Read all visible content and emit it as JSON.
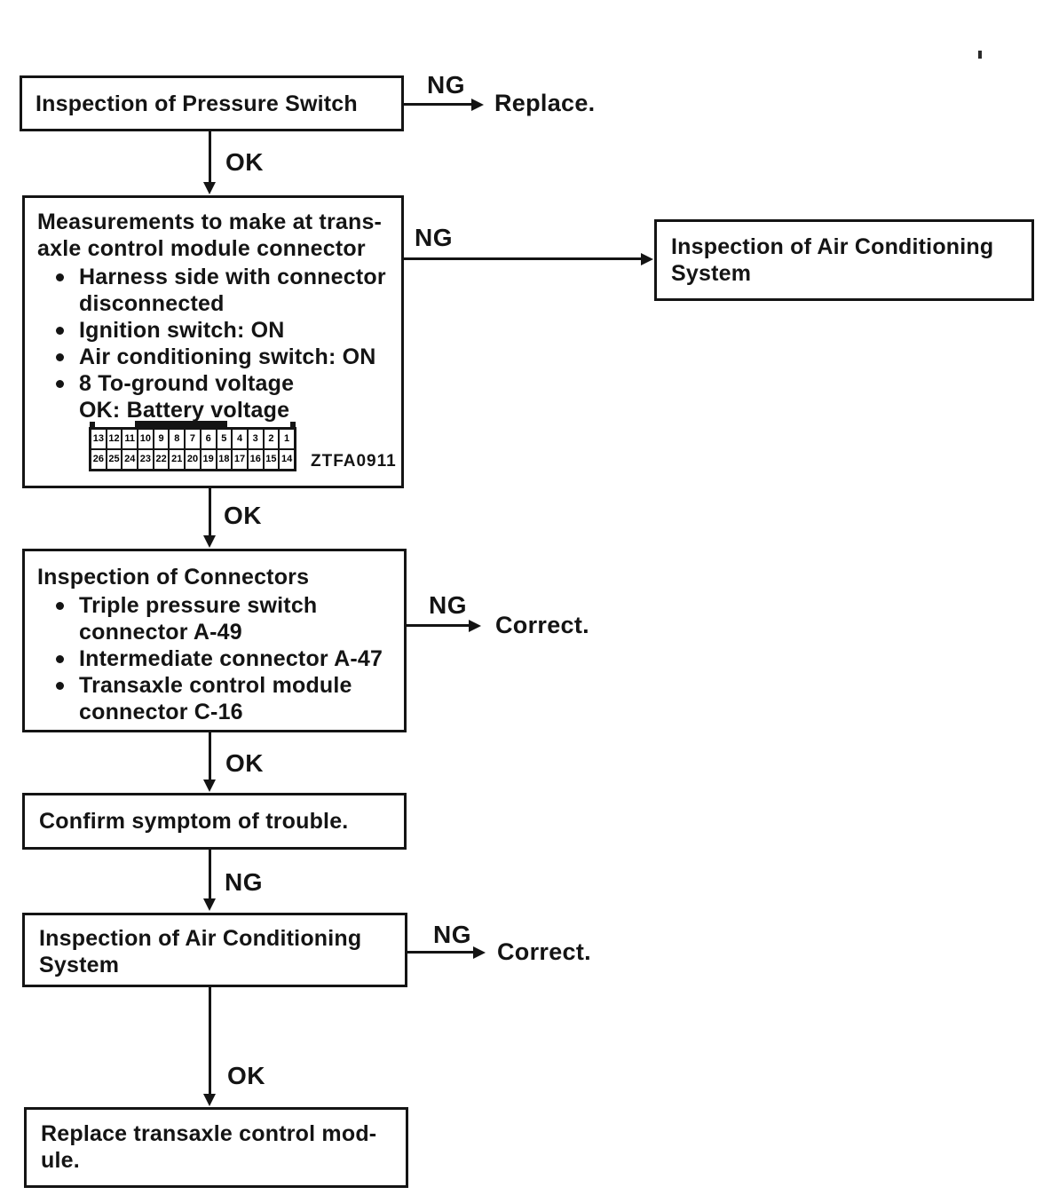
{
  "labels": {
    "ok": "OK",
    "ng": "NG"
  },
  "boxes": {
    "pressure_switch": {
      "text": "Inspection of Pressure Switch"
    },
    "measurements": {
      "title": "Measurements to make at trans-\naxle control module connector",
      "bullets": [
        "Harness side with connector\ndisconnected",
        "Ignition switch: ON",
        "Air conditioning switch: ON",
        "8 To-ground voltage\nOK: Battery voltage"
      ],
      "figure_code": "ZTFA0911",
      "connector": {
        "top_row": [
          "13",
          "12",
          "11",
          "10",
          "9",
          "8",
          "7",
          "6",
          "5",
          "4",
          "3",
          "2",
          "1"
        ],
        "bottom_row": [
          "26",
          "25",
          "24",
          "23",
          "22",
          "21",
          "20",
          "19",
          "18",
          "17",
          "16",
          "15",
          "14"
        ]
      }
    },
    "ac_system_right": {
      "text": "Inspection of Air Conditioning\nSystem"
    },
    "connectors": {
      "title": "Inspection of Connectors",
      "bullets": [
        "Triple pressure switch\nconnector A-49",
        "Intermediate connector A-47",
        "Transaxle control module\nconnector C-16"
      ]
    },
    "confirm_symptom": {
      "text": "Confirm symptom of trouble."
    },
    "ac_system": {
      "text": "Inspection of Air Conditioning\nSystem"
    },
    "replace_module": {
      "text": "Replace transaxle control mod-\nule."
    }
  },
  "terminals": {
    "replace": "Replace.",
    "correct_connectors": "Correct.",
    "correct_ac": "Correct."
  }
}
